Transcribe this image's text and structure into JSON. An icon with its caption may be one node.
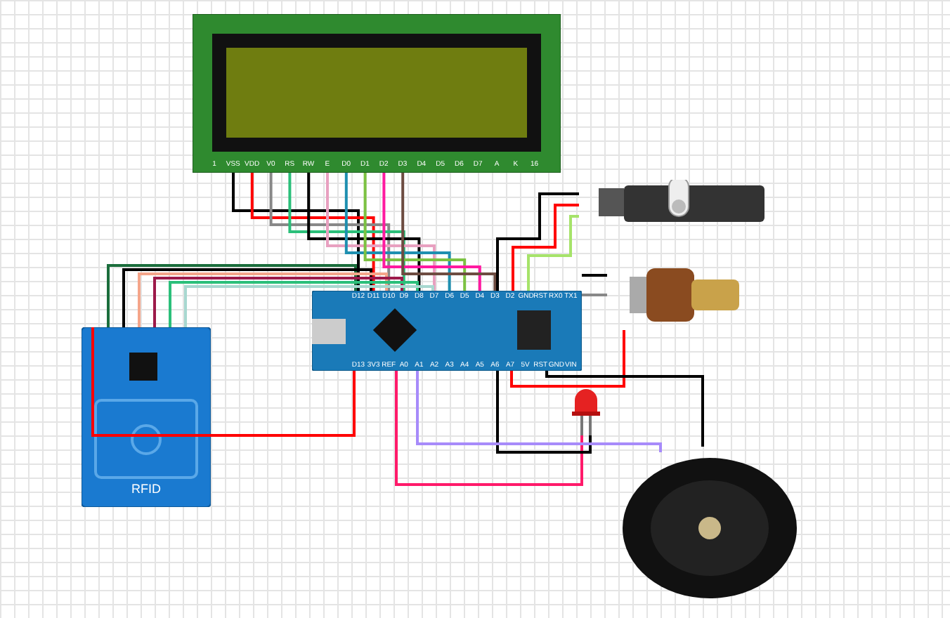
{
  "diagram": {
    "nodes": [
      {
        "text": [],
        "shape": "picture"
      },
      {
        "text": [],
        "shape": "picture"
      },
      {
        "text": [
          "RFID"
        ]
      },
      {
        "text": [],
        "shape": "picture"
      },
      {
        "text": [],
        "shape": "picture"
      },
      {
        "text": [],
        "shape": "picture"
      },
      {
        "text": [],
        "shape": "picture"
      }
    ],
    "edges": [
      {
        "from": 0,
        "to": 1,
        "arrow": "none",
        "color": "#000000"
      },
      {
        "from": 0,
        "to": 1,
        "arrow": "none",
        "color": "#ff0000"
      },
      {
        "from": 0,
        "to": 1,
        "arrow": "none",
        "color": "#888888"
      },
      {
        "from": 0,
        "to": 1,
        "arrow": "none",
        "color": "#2bbf7a"
      },
      {
        "from": 0,
        "to": 1,
        "arrow": "none",
        "color": "#000000"
      },
      {
        "from": 0,
        "to": 1,
        "arrow": "none",
        "color": "#e8a0c0"
      },
      {
        "from": 0,
        "to": 1,
        "arrow": "none",
        "color": "#1e8fb0"
      },
      {
        "from": 0,
        "to": 1,
        "arrow": "none",
        "color": "#7cc242"
      },
      {
        "from": 0,
        "to": 1,
        "arrow": "none",
        "color": "#ff1aa0"
      },
      {
        "from": 0,
        "to": 1,
        "arrow": "none",
        "color": "#6d4c41"
      },
      {
        "from": 2,
        "to": 1,
        "arrow": "none",
        "color": "#ff0000"
      },
      {
        "from": 2,
        "to": 1,
        "arrow": "none",
        "color": "#1b6e3c"
      },
      {
        "from": 2,
        "to": 1,
        "arrow": "none",
        "color": "#000000"
      },
      {
        "from": 2,
        "to": 1,
        "arrow": "none",
        "color": "#f4a58a"
      },
      {
        "from": 2,
        "to": 1,
        "arrow": "none",
        "color": "#9c1a4a"
      },
      {
        "from": 2,
        "to": 1,
        "arrow": "none",
        "color": "#2bbf7a"
      },
      {
        "from": 2,
        "to": 1,
        "arrow": "none",
        "color": "#a8d8d0"
      },
      {
        "from": 3,
        "to": 1,
        "arrow": "none",
        "color": "#000000"
      },
      {
        "from": 3,
        "to": 1,
        "arrow": "none",
        "color": "#ff0000"
      },
      {
        "from": 3,
        "to": 1,
        "arrow": "none",
        "color": "#a6e36a"
      },
      {
        "from": 4,
        "to": 1,
        "arrow": "none",
        "color": "#000000"
      },
      {
        "from": 4,
        "to": 1,
        "arrow": "none",
        "color": "#888888"
      },
      {
        "from": 4,
        "to": 1,
        "arrow": "none",
        "color": "#ff0000"
      },
      {
        "from": 5,
        "to": 1,
        "arrow": "none",
        "color": "#ff1a6a"
      },
      {
        "from": 5,
        "to": 1,
        "arrow": "none",
        "color": "#000000"
      },
      {
        "from": 6,
        "to": 1,
        "arrow": "none",
        "color": "#a78bfa"
      },
      {
        "from": 6,
        "to": 1,
        "arrow": "none",
        "color": "#000000"
      }
    ],
    "labels": [
      "1",
      "VSS",
      "VDD",
      "V0",
      "RS",
      "RW",
      "E",
      "D0",
      "D1",
      "D2",
      "D3",
      "D4",
      "D5",
      "D6",
      "D7",
      "A",
      "K",
      "16",
      "D12",
      "D11",
      "D10",
      "D9",
      "D8",
      "D7",
      "D6",
      "D5",
      "D4",
      "D3",
      "D2",
      "GND",
      "RST",
      "RX0",
      "TX1",
      "D13",
      "3V3",
      "REF",
      "A0",
      "A1",
      "A2",
      "A3",
      "A4",
      "A5",
      "A6",
      "A7",
      "5V",
      "RST",
      "GND",
      "VIN"
    ]
  }
}
